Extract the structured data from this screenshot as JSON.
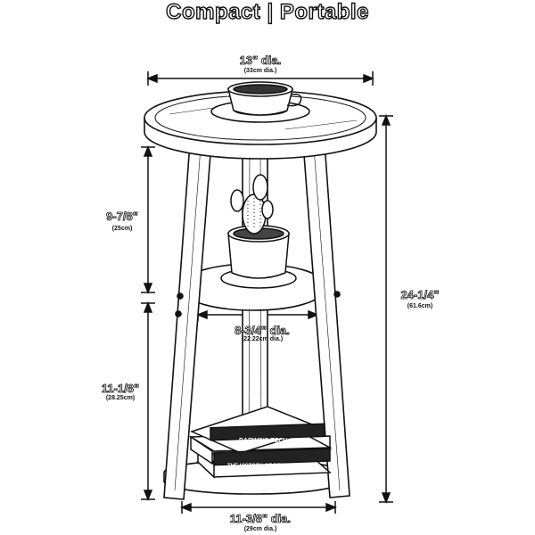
{
  "title": "Compact | Portable",
  "dimensions": {
    "top_diameter": {
      "main": "13\" dia.",
      "sub": "(33cm dia.)"
    },
    "upper_height": {
      "main": "9-7/8\"",
      "sub": "(25cm)"
    },
    "middle_shelf": {
      "main": "8-3/4\" dia.",
      "sub": "(22.22cm dia.)"
    },
    "lower_height": {
      "main": "11-1/8\"",
      "sub": "(28.25cm)"
    },
    "total_height": {
      "main": "24-1/4\"",
      "sub": "(61.6cm)"
    },
    "bottom_diameter": {
      "main": "11-3/8\" dia.",
      "sub": "(29cm dia.)"
    }
  },
  "props": {
    "book_spine_top": "DARWINS TECH",
    "book_spine_bottom": "THE HISTORY OF DESIGN"
  }
}
